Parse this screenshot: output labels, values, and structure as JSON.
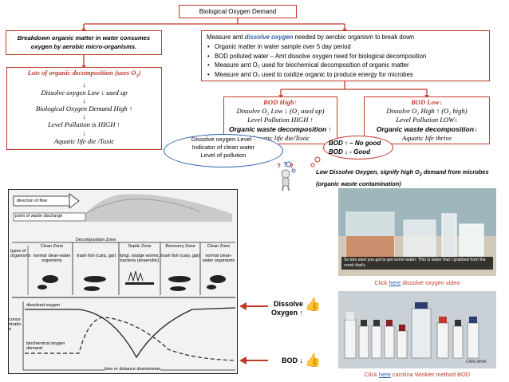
{
  "title": "Biological Oxygen Demand",
  "left_top": "Breakdown organic matter in water consumes oxygen by aerobic micro-organisms.",
  "left_chain": {
    "line1": "Lots of organic decomposition (uses O",
    "line1_sub": "2",
    "line1_end": ")",
    "line2": "Dissolve oxygen Low ↓ used up",
    "line3": "Biological Oxygen Demand High ↑",
    "line4": "Level Pollution is HIGH ↑",
    "line5": "Aquatic life die /Toxic",
    "arrow": "↓"
  },
  "right_top": {
    "lead_pre": "Measure amt",
    "lead_em": "dissolve oxygen",
    "lead_post": "needed by aerobic organism to break down",
    "bullets": [
      "Organic matter in water sample over 5 day period",
      "BOD polluted water – Amt dissolve oxygen need for biological decomposition",
      "Measure amt O₂ used for biochemical decomposition of organic matter",
      "Measure amt O₂ used to oxidize organic to produce energy for microbes"
    ]
  },
  "bod_high": {
    "title": "BOD High↑",
    "l1": "Dissolve O₂ Low ↓ (O₂ used up)",
    "l2": "Level Pollution HIGH ↑",
    "l3": "Organic waste decomposition ↑",
    "l4": "Aquatic life die/Toxic"
  },
  "bod_low": {
    "title": "BOD Low↓",
    "l1": "Dissolve O₂ High ↑ (O₂ high)",
    "l2": "Level Pollution LOW↓",
    "l3": "Organic waste decomposition↓",
    "l4": "Aquatic life thrive"
  },
  "cloud": {
    "l1": "Dissolve oxygen Level -",
    "l2": "Indicator of clean water",
    "l3": "Level of pollution"
  },
  "bubble": {
    "l1": "BOD ↑ – No good",
    "l2": "BOD ↓ - Good"
  },
  "note": {
    "pre": "Low Dissolve Oxygen, signify high O",
    "sub": "2",
    "post": "demand from microbes (organic waste contamination)"
  },
  "diagram": {
    "direction": "direction of flow",
    "discharge": "point of waste discharge",
    "zones": [
      "Clean Zone",
      "Decomposition Zone",
      "Septic Zone",
      "Recovery Zone",
      "Clean Zone"
    ],
    "organisms": [
      "normal clean-water organisms",
      "trash fish (carp, gar)",
      "fungi, sludge worms, bacteria (anaerobic)",
      "trash fish (carp, gar)",
      "normal clean-water organisms"
    ],
    "types_label": "types of organisms",
    "dissolved": "dissolved oxygen",
    "bod": "biochemical oxygen demand",
    "concentration": "concentration",
    "xaxis": "time or distance downstream"
  },
  "side_labels": {
    "dissolve": "Dissolve",
    "oxygen": "Oxygen ↑",
    "bod": "BOD ↓"
  },
  "video1": {
    "subtitle": "So lets start you got to get some water. This is water that I grabbed from the creek that's",
    "caption_pre": "Click",
    "caption_link": "here",
    "caption_post": "dissolve oxygen video"
  },
  "video2": {
    "brand": "CARLINNA",
    "caption_pre": "Click",
    "caption_link": "here",
    "caption_post": "carolina Winkler method BOD"
  },
  "colors": {
    "red": "#c0392b",
    "blue": "#2e5fa8"
  }
}
